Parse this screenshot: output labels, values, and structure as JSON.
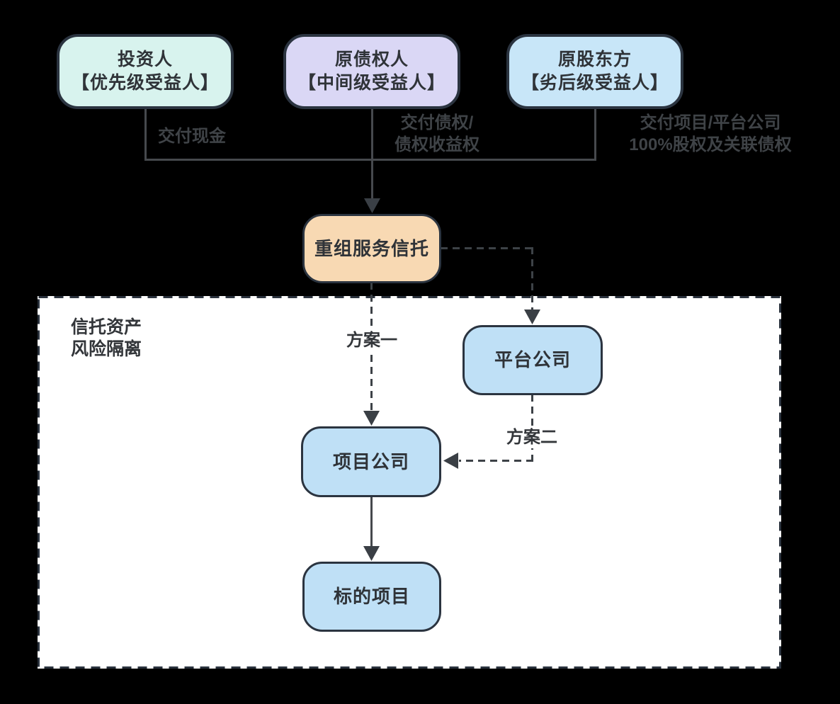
{
  "diagram_type": "trust-structure-flowchart",
  "colors": {
    "background": "#000000",
    "container_fill": "#ffffff",
    "container_border": "#2a323d",
    "node_border": "#2b3440",
    "line": "#46494d",
    "dashed_line": "#3d4247",
    "investor_fill": "#d8f3ee",
    "creditor_fill": "#dad7f5",
    "shareholder_fill": "#c8e6f8",
    "trust_fill": "#f8d9b3",
    "company_fill": "#bfe0f6"
  },
  "nodes": {
    "investor": {
      "line1": "投资人",
      "line2": "【优先级受益人】"
    },
    "creditor": {
      "line1": "原债权人",
      "line2": "【中间级受益人】"
    },
    "shareholder": {
      "line1": "原股东方",
      "line2": "【劣后级受益人】"
    },
    "trust": {
      "label": "重组服务信托"
    },
    "platform": {
      "label": "平台公司"
    },
    "project": {
      "label": "项目公司"
    },
    "target": {
      "label": "标的项目"
    }
  },
  "edge_labels": {
    "cash": "交付现金",
    "debt_line1": "交付债权/",
    "debt_line2": "债权收益权",
    "equity_line1": "交付项目/平台公司",
    "equity_line2": "100%股权及关联债权",
    "plan1": "方案一",
    "plan2": "方案二"
  },
  "container": {
    "label_line1": "信托资产",
    "label_line2": "风险隔离"
  }
}
